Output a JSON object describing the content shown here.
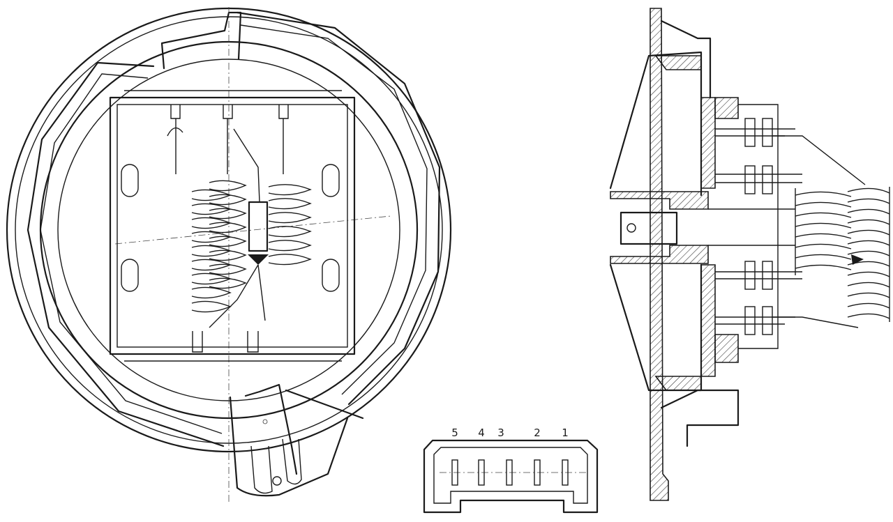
{
  "connector": {
    "pins": [
      {
        "label": "5"
      },
      {
        "label": "4"
      },
      {
        "label": "3"
      },
      {
        "label": "2"
      },
      {
        "label": "1"
      }
    ]
  },
  "colors": {
    "ink": "#1a1a1a",
    "paper": "#ffffff"
  }
}
